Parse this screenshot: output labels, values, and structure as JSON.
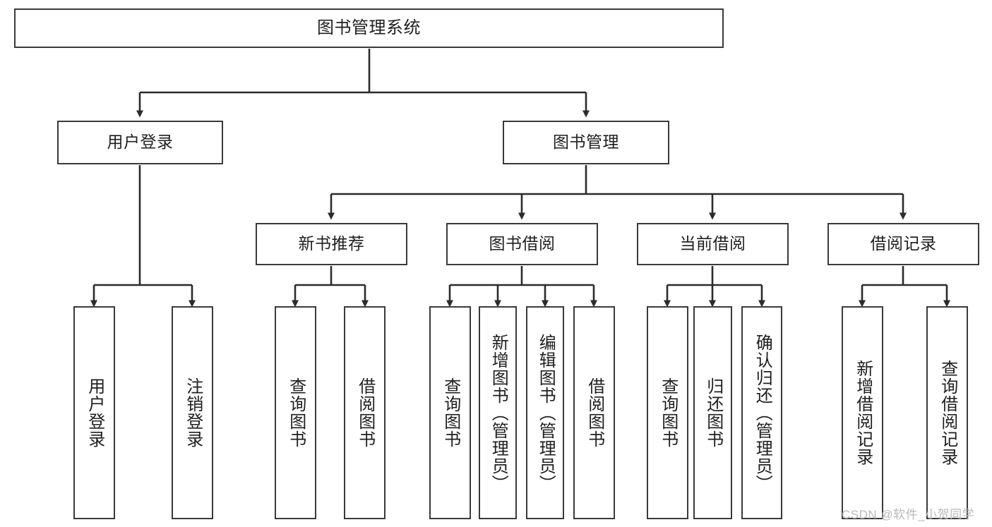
{
  "diagram": {
    "title": "图书管理系统",
    "type": "tree-hierarchy",
    "orientation": "top-down",
    "colors": {
      "box_border": "#3a3a3a",
      "box_fill": "#ffffff",
      "connector": "#2b2b2b",
      "text": "#1f1f1f",
      "watermark": "#b9b9b9",
      "background": "#ffffff"
    }
  },
  "root": {
    "label": "图书管理系统"
  },
  "level2": [
    {
      "label": "用户登录"
    },
    {
      "label": "图书管理"
    }
  ],
  "level3": [
    {
      "label": "新书推荐"
    },
    {
      "label": "图书借阅"
    },
    {
      "label": "当前借阅"
    },
    {
      "label": "借阅记录"
    }
  ],
  "leaves": {
    "user_login": [
      {
        "label": "用户登录"
      },
      {
        "label": "注销登录"
      }
    ],
    "new_book_recommend": [
      {
        "label": "查询图书"
      },
      {
        "label": "借阅图书"
      }
    ],
    "book_borrow": [
      {
        "label": "查询图书"
      },
      {
        "label": "新增图书（管理员）"
      },
      {
        "label": "编辑图书（管理员）"
      },
      {
        "label": "借阅图书"
      }
    ],
    "current_borrow": [
      {
        "label": "查询图书"
      },
      {
        "label": "归还图书"
      },
      {
        "label": "确认归还（管理员）"
      }
    ],
    "borrow_records": [
      {
        "label": "新增借阅记录"
      },
      {
        "label": "查询借阅记录"
      }
    ]
  },
  "watermark": {
    "text": "CSDN @软件_小贺同学"
  }
}
